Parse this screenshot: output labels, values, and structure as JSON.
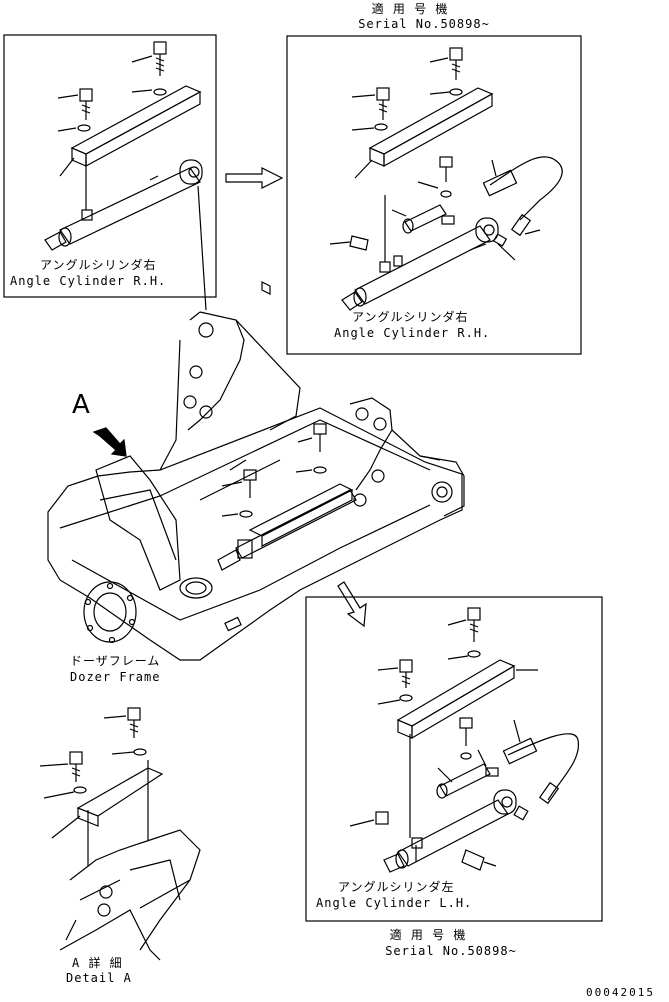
{
  "top_serial": {
    "line1": "適 用 号 機",
    "line2": "Serial No.50898~"
  },
  "box1": {
    "jp": "アングルシリンダ右",
    "en": "Angle Cylinder R.H."
  },
  "box2": {
    "jp": "アングルシリンダ右",
    "en": "Angle Cylinder R.H."
  },
  "marker_a": "A",
  "dozer_frame": {
    "jp": "ドーザフレーム",
    "en": "Dozer Frame"
  },
  "detail_a": {
    "jp": "A 詳 細",
    "en": "Detail A"
  },
  "box3": {
    "jp": "アングルシリンダ左",
    "en": "Angle Cylinder L.H."
  },
  "bottom_serial": {
    "line1": "適 用 号 機",
    "line2": "Serial No.50898~"
  },
  "drawing_number": "00042015"
}
